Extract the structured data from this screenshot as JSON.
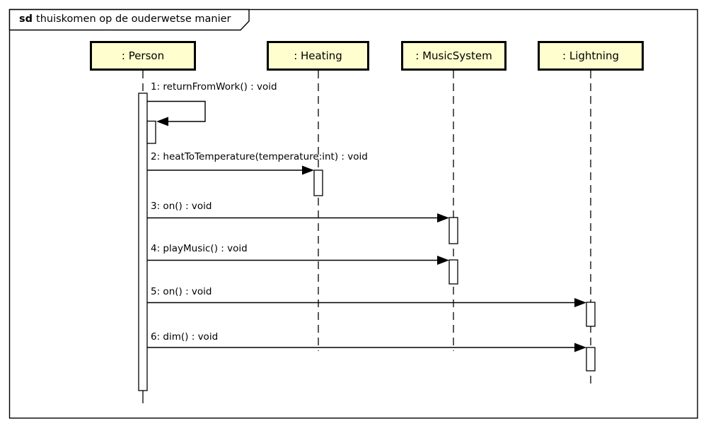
{
  "frame": {
    "keyword": "sd",
    "title": "thuiskomen op de ouderwetse manier"
  },
  "participants": [
    {
      "name": ": Person"
    },
    {
      "name": ": Heating"
    },
    {
      "name": ": MusicSystem"
    },
    {
      "name": ": Lightning"
    }
  ],
  "messages": [
    {
      "seq": "1",
      "label": "1: returnFromWork() : void",
      "from": ": Person",
      "to": ": Person",
      "kind": "self-call"
    },
    {
      "seq": "2",
      "label": "2: heatToTemperature(temperature:int) : void",
      "from": ": Person",
      "to": ": Heating",
      "kind": "synchronous"
    },
    {
      "seq": "3",
      "label": "3: on() : void",
      "from": ": Person",
      "to": ": MusicSystem",
      "kind": "synchronous"
    },
    {
      "seq": "4",
      "label": "4: playMusic() : void",
      "from": ": Person",
      "to": ": MusicSystem",
      "kind": "synchronous"
    },
    {
      "seq": "5",
      "label": "5: on() : void",
      "from": ": Person",
      "to": ": Lightning",
      "kind": "synchronous"
    },
    {
      "seq": "6",
      "label": "6: dim() : void",
      "from": ": Person",
      "to": ": Lightning",
      "kind": "synchronous"
    }
  ],
  "colors": {
    "participant_fill": "#FEFECE",
    "line": "#000000",
    "background": "#FFFFFF"
  }
}
